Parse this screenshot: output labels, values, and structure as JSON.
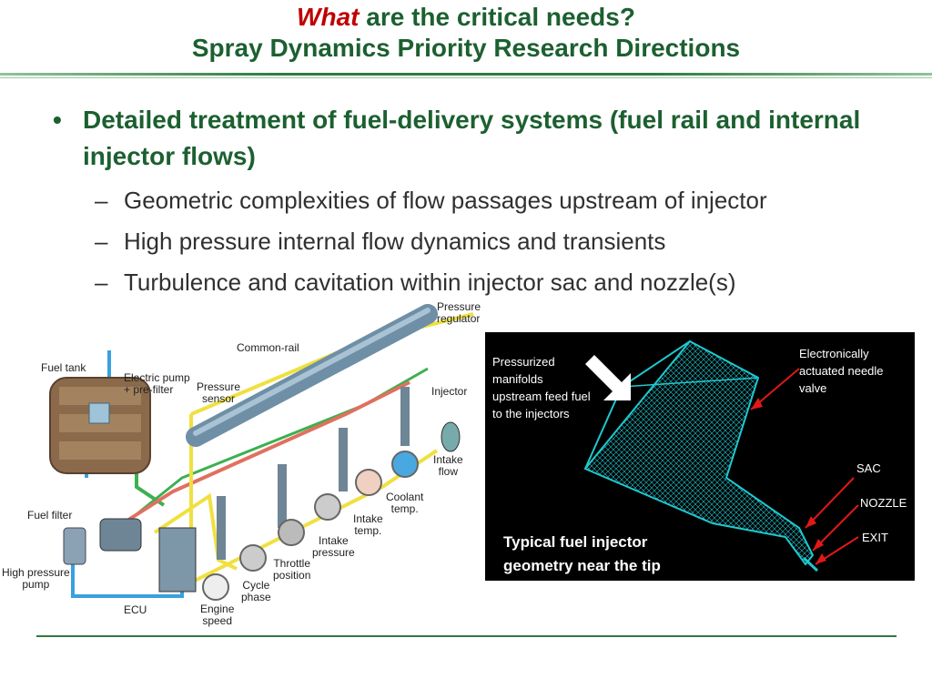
{
  "slide": {
    "title_line1_emph": "What",
    "title_line1_rest": " are the critical needs?",
    "title_line2": "Spray Dynamics Priority Research Directions"
  },
  "main_bullet": {
    "marker": "•",
    "text": "Detailed treatment of fuel-delivery systems (fuel rail and internal injector flows)"
  },
  "sub_bullets": [
    {
      "marker": "–",
      "text": "Geometric complexities of flow passages upstream of injector"
    },
    {
      "marker": "–",
      "text": "High pressure internal flow dynamics and transients"
    },
    {
      "marker": "–",
      "text": "Turbulence and cavitation within injector sac and nozzle(s)"
    }
  ],
  "fuel_system_labels": {
    "pressure_regulator": "Pressure\nregulator",
    "common_rail": "Common-rail",
    "fuel_tank": "Fuel tank",
    "electric_pump": "Electric pump\n+ pre-filter",
    "pressure_sensor": "Pressure\nsensor",
    "injector": "Injector",
    "intake_flow": "Intake\nflow",
    "coolant_temp": "Coolant\ntemp.",
    "intake_temp": "Intake\ntemp.",
    "fuel_filter": "Fuel filter",
    "intake_pressure": "Intake\npressure",
    "throttle_position": "Throttle\nposition",
    "high_pressure_pump": "High pressure\npump",
    "cycle_phase": "Cycle\nphase",
    "ecu": "ECU",
    "engine_speed": "Engine\nspeed"
  },
  "injector_geometry": {
    "pressurized_manifolds": "Pressurized\nmanifolds\nupstream feed fuel\nto the injectors",
    "needle_valve": "Electronically\nactuated needle\nvalve",
    "sac": "SAC",
    "nozzle": "NOZZLE",
    "exit": "EXIT",
    "caption": "Typical fuel injector\ngeometry near the tip"
  },
  "colors": {
    "title_green": "#1c6030",
    "emphasis_red": "#c00000",
    "mesh_cyan": "#1fc8d0",
    "arrow_red": "#e01818"
  }
}
